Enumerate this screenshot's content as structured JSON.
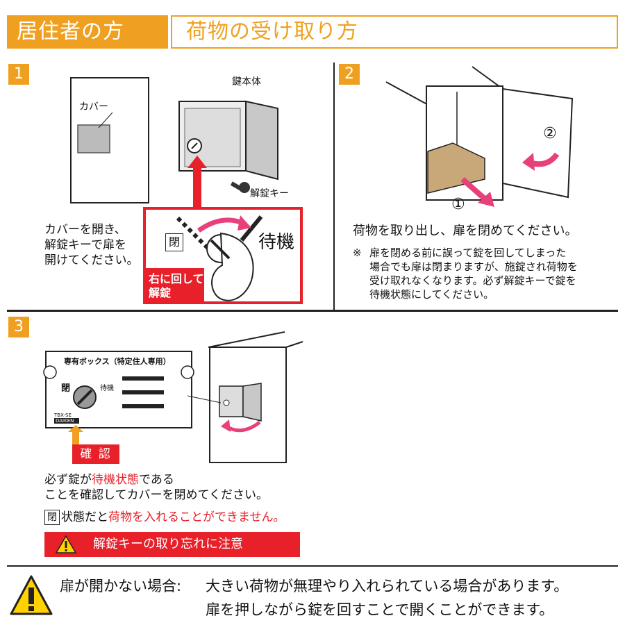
{
  "header": {
    "audience": "居住者の方",
    "title": "荷物の受け取り方"
  },
  "step1": {
    "number": "1",
    "cover_label": "カバー",
    "lock_body_label": "鍵本体",
    "key_label": "解錠キー",
    "closed_mark": "閉",
    "standby_label": "待機",
    "turn_right_line1": "右に回して",
    "turn_right_line2": "解錠",
    "instruction_line1": "カバーを開き、",
    "instruction_line2": "解錠キーで扉を",
    "instruction_line3": "開けてください。"
  },
  "step2": {
    "number": "2",
    "circle1": "①",
    "circle2": "②",
    "instruction": "荷物を取り出し、扉を閉めてください。",
    "note_mark": "※",
    "note_line1": "扉を閉める前に誤って錠を回してしまった",
    "note_line2": "場合でも扉は閉まりますが、施錠され荷物を",
    "note_line3": "受け取れなくなります。必ず解錠キーで錠を",
    "note_line4": "待機状態にしてください。"
  },
  "step3": {
    "number": "3",
    "plate_title": "専有ボックス（特定住人専用）",
    "plate_closed": "閉",
    "plate_standby": "待機",
    "plate_brand": "DAIKEN",
    "plate_model": "TBX-SE",
    "confirm_label": "確 認",
    "check_prefix": "必ず錠が",
    "check_highlight": "待機状態",
    "check_suffix": "である",
    "check_line2": "ことを確認してカバーを閉めてください。",
    "closed_mark": "閉",
    "closed_state_prefix": "状態だと",
    "closed_state_highlight": "荷物を入れることができません。",
    "key_warning": "解錠キーの取り忘れに注意"
  },
  "footer": {
    "label": "扉が開かない場合:",
    "line1": "大きい荷物が無理やり入れられている場合があります。",
    "line2": "扉を押しながら錠を回すことで開くことができます。"
  },
  "colors": {
    "accent": "#f0a020",
    "alert": "#e8202a",
    "arrow": "#e8407a"
  }
}
